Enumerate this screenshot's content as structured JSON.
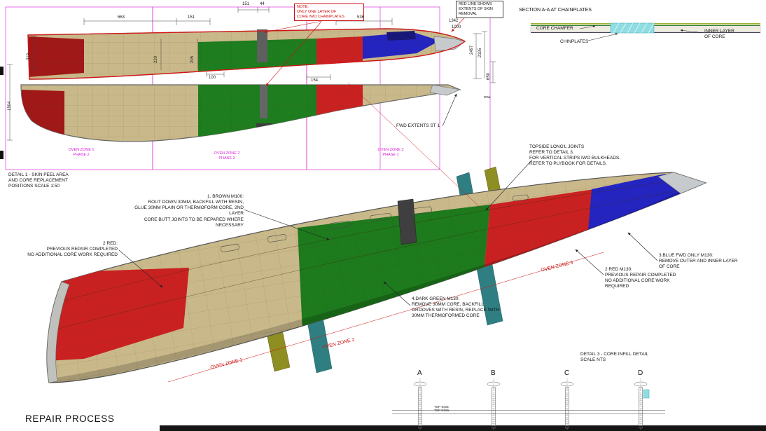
{
  "title": "REPAIR PROCESS",
  "detail1_title": "DETAIL 1 - SKIN PEEL AREA\nAND CORE REPLACEMENT\nPOSITIONS SCALE 1:50",
  "notes": {
    "core_note": "NOTE:\nONLY ONE LAYER OF\nCORE IWO CHAINPLATES",
    "red_line": "RED LINE SHOWS\nEXTENTS OF SKIN\nREMOVAL",
    "fwd_extents": "FWD EXTENTS ST 1"
  },
  "section_aa": {
    "title": "SECTION A-A AT CHAINPLATES",
    "core_chamfer": "CORE CHAMFER",
    "chinplates": "CHINPLATES",
    "inner_layer": "INNER LAYER\nOF CORE"
  },
  "oven_zones_plan": [
    "OVEN ZONE 1\nPHASE 2",
    "OVEN ZONE 2\nPHASE 3",
    "OVEN ZONE 3\nPHASE 1"
  ],
  "oven_zones_3d": [
    "OVEN ZONE 1",
    "OVEN ZONE 2",
    "OVEN ZONE 3"
  ],
  "annotations": {
    "brown": "1. BROWN M100:\nROUT DOWN 30MM, BACKFILL WITH RESIN,\nGLUE 30MM PLAIN OR THERMOFORM CORE, 2ND LAYER\nCORE BUTT JOINTS TO BE REPARED WHERE NECESSARY",
    "red_aft": "2 RED:\nPREVIOUS REPAIR COMPLETED\nNO ADDITIONAL CORE WORK REQUIRED",
    "topside_joints": "TOPSIDE LONG'L JOINTS\nREFER TO DETAIL 3.\nFOR VERTICAL STRIPS IWO BULKHEADS.\nREFER TO PLYBOOK FOR DETAILS.",
    "blue_fwd": "3.BLUE FWD ONLY M130:\nREMOVE OUTER AND INNER LAYER\nOF CORE",
    "red_fwd": "2 RED M130:\nPREVIOUS REPAIR COMPLETED\nNO ADDITIONAL CORE WORK\nREQUIRED",
    "dark_green": "4.DARK GREEN M130:\nREMOVE 30MM CORE, BACKFILL\nGROOVES WITH RESIN, REPLACE WITH\n30MM THERMOFORMED CORE"
  },
  "detail3": {
    "title": "DETAIL 3 - CORE INFILL DETAIL\nSCALE NTS",
    "sections": [
      "A",
      "B",
      "C",
      "D"
    ],
    "row_label": "TOP SIDE\nTOP ROW"
  },
  "dimensions": {
    "d663": "663",
    "d151_a": "151",
    "d151_b": "151",
    "d44": "44",
    "d536": "536",
    "d1342": "1342",
    "d1000": "1000",
    "d2497": "2497",
    "d2195": "2195",
    "d650": "650",
    "d319": "319",
    "d1504": "1504",
    "d220": "220",
    "d205": "205",
    "d100": "100",
    "d154": "154",
    "dwl": "DWL"
  },
  "colors": {
    "hull_tan": "#c9b98a",
    "green": "#1e7d1e",
    "red": "#c92121",
    "dark_red": "#a01818",
    "blue": "#2424c0",
    "navy": "#181878",
    "teal": "#2f7f82",
    "olive": "#8e8e22",
    "magenta": "#d81fd8",
    "annotation_red": "#d01010",
    "cyan": "#8fdde2"
  }
}
